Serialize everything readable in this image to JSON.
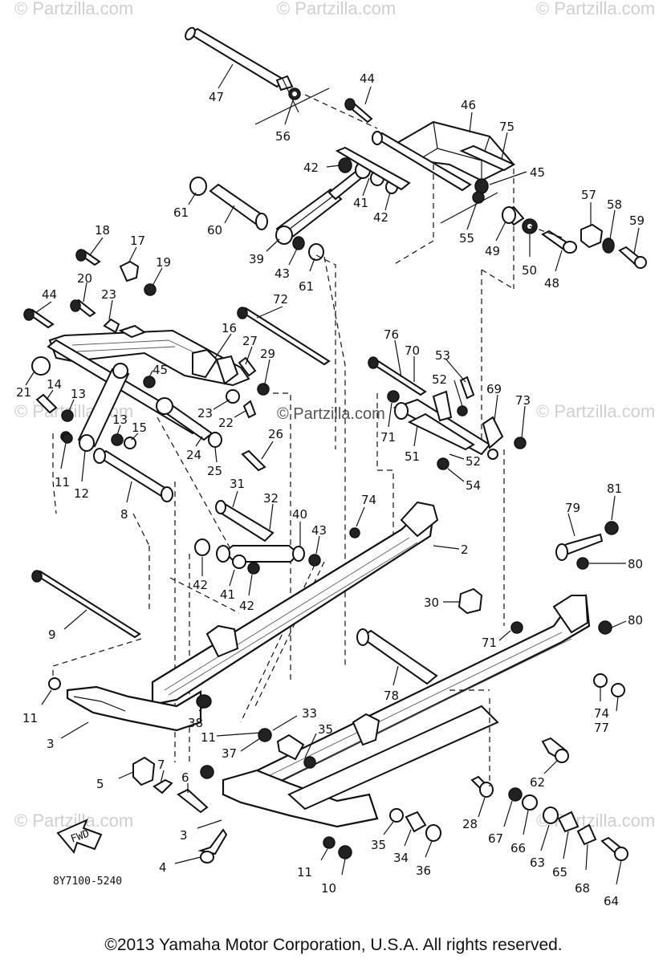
{
  "watermarks": {
    "top_left": "© Partzilla.com",
    "top_mid": "© Partzilla.com",
    "top_right": "© Partzilla.com",
    "mid_left": "© Partzilla.com",
    "center": "© Partzilla.com",
    "mid_right": "© Partzilla.com",
    "bottom_left": "© Partzilla.com",
    "bottom_right": "© Partzilla.com"
  },
  "diagram_code": "8Y7100-5240",
  "fwd_label": "FWD",
  "copyright": "©2013 Yamaha Motor Corporation, U.S.A. All rights reserved.",
  "callouts": [
    "47",
    "56",
    "44",
    "46",
    "75",
    "42",
    "41",
    "42",
    "45",
    "57",
    "58",
    "59",
    "61",
    "60",
    "39",
    "43",
    "61",
    "55",
    "49",
    "50",
    "48",
    "18",
    "17",
    "19",
    "20",
    "23",
    "44",
    "72",
    "76",
    "70",
    "53",
    "52",
    "69",
    "73",
    "16",
    "27",
    "29",
    "45",
    "21",
    "14",
    "13",
    "23",
    "22",
    "71",
    "51",
    "52",
    "54",
    "13",
    "15",
    "26",
    "24",
    "25",
    "11",
    "12",
    "8",
    "31",
    "32",
    "40",
    "43",
    "74",
    "2",
    "79",
    "81",
    "42",
    "41",
    "42",
    "80",
    "9",
    "30",
    "80",
    "71",
    "78",
    "74",
    "77",
    "11",
    "3",
    "38",
    "11",
    "37",
    "33",
    "35",
    "62",
    "5",
    "7",
    "6",
    "28",
    "3",
    "35",
    "34",
    "36",
    "67",
    "66",
    "63",
    "65",
    "68",
    "64",
    "4",
    "11",
    "10"
  ]
}
